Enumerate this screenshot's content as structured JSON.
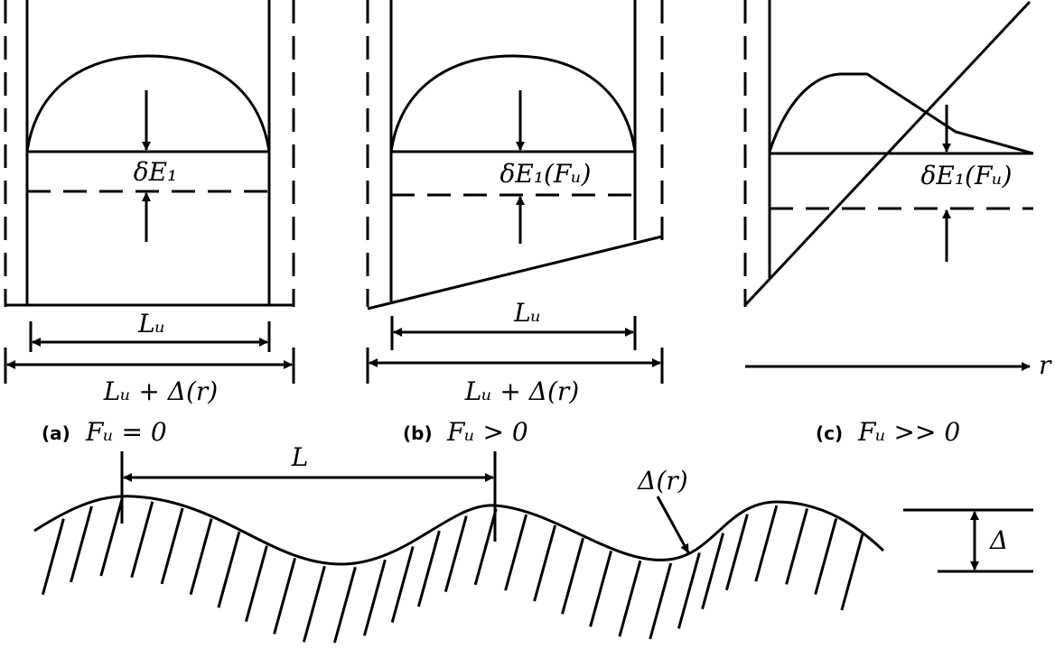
{
  "panel_a": {
    "caption_letter": "(a)",
    "caption_math": "Fᵤ = 0",
    "gap_label": "δE₁",
    "width_label": "Lᵤ",
    "outer_width_label": "Lᵤ + Δ(r)"
  },
  "panel_b": {
    "caption_letter": "(b)",
    "caption_math": "Fᵤ > 0",
    "gap_label": "δE₁(Fᵤ)",
    "width_label": "Lᵤ",
    "outer_width_label": "Lᵤ + Δ(r)"
  },
  "panel_c": {
    "caption_letter": "(c)",
    "caption_math": "Fᵤ >> 0",
    "gap_label": "δE₁(Fᵤ)",
    "axis_label": "r"
  },
  "surface": {
    "period_label": "L",
    "roughness_label": "Δ(r)",
    "amplitude_label": "Δ"
  }
}
